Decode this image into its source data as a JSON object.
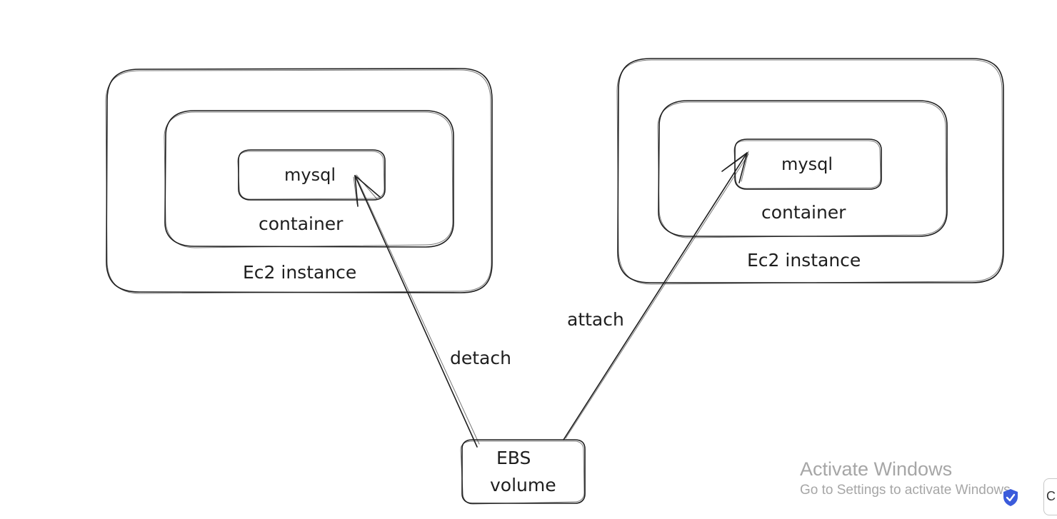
{
  "diagram": {
    "left_instance": {
      "label": "Ec2 instance",
      "container_label": "container",
      "db_label": "mysql"
    },
    "right_instance": {
      "label": "Ec2 instance",
      "container_label": "container",
      "db_label": "mysql"
    },
    "volume": {
      "line1": "EBS",
      "line2": "volume"
    },
    "edges": {
      "detach": "detach",
      "attach": "attach"
    }
  },
  "watermark": {
    "title": "Activate Windows",
    "subtitle": "Go to Settings to activate Windows."
  },
  "colors": {
    "stroke": "#1e1e1e",
    "background": "#ffffff",
    "watermark": "#a6a6a6",
    "shield": "#3b5bdb"
  },
  "icons": {
    "shield": "shield-check-icon"
  }
}
